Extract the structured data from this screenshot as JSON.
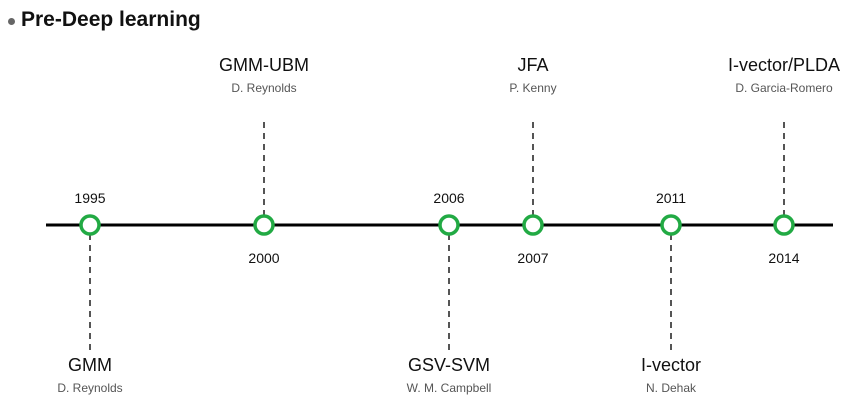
{
  "section": {
    "title": "Pre-Deep learning"
  },
  "timeline": {
    "line_color": "#000000",
    "node_color": "#22aa44",
    "events": [
      {
        "year": "1995",
        "name": "GMM",
        "author": "D. Reynolds",
        "year_pos": "above",
        "label_pos": "below"
      },
      {
        "year": "2000",
        "name": "GMM-UBM",
        "author": "D. Reynolds",
        "year_pos": "below",
        "label_pos": "above"
      },
      {
        "year": "2006",
        "name": "GSV-SVM",
        "author": "W. M. Campbell",
        "year_pos": "above",
        "label_pos": "below"
      },
      {
        "year": "2007",
        "name": "JFA",
        "author": "P. Kenny",
        "year_pos": "below",
        "label_pos": "above"
      },
      {
        "year": "2011",
        "name": "I-vector",
        "author": "N. Dehak",
        "year_pos": "above",
        "label_pos": "below"
      },
      {
        "year": "2014",
        "name": "I-vector/PLDA",
        "author": "D. Garcia-Romero",
        "year_pos": "below",
        "label_pos": "above"
      }
    ]
  }
}
